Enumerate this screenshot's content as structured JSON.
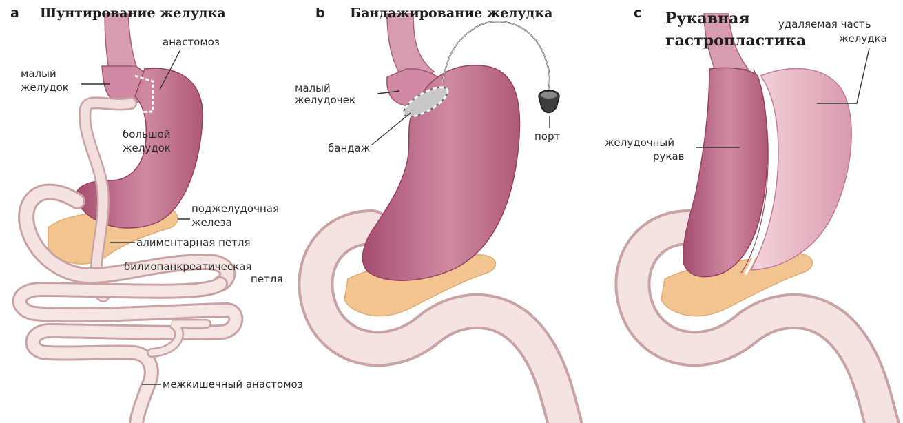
{
  "panels": [
    {
      "letter": "a",
      "title": "Шунтирование желудка",
      "labels": {
        "anastomosis": "анастомоз",
        "small_stomach_1": "малый",
        "small_stomach_2": "желудок",
        "large_stomach_1": "большой",
        "large_stomach_2": "желудок",
        "pancreas_1": "поджелудочная",
        "pancreas_2": "железа",
        "alimentary_loop": "алиментарная петля",
        "biliopancreatic_1": "билиопанкреатическая",
        "biliopancreatic_2": "петля",
        "interintestinal": "межкишечный анастомоз"
      }
    },
    {
      "letter": "b",
      "title": "Бандажирование желудка",
      "labels": {
        "small_ventricle_1": "малый",
        "small_ventricle_2": "желудочек",
        "band": "бандаж",
        "port": "порт"
      }
    },
    {
      "letter": "c",
      "title_line1": "Рукавная",
      "title_line2": "гастропластика",
      "labels": {
        "removed_1": "удаляемая часть",
        "removed_2": "желудка",
        "sleeve_1": "желудочный",
        "sleeve_2": "рукав"
      }
    }
  ],
  "colors": {
    "stomach": "#c06e8c",
    "stomach_light": "#e8bfca",
    "intestine": "#f0d6d6",
    "intestine_edge": "#c9a3a3",
    "pancreas": "#f2c48f"
  }
}
